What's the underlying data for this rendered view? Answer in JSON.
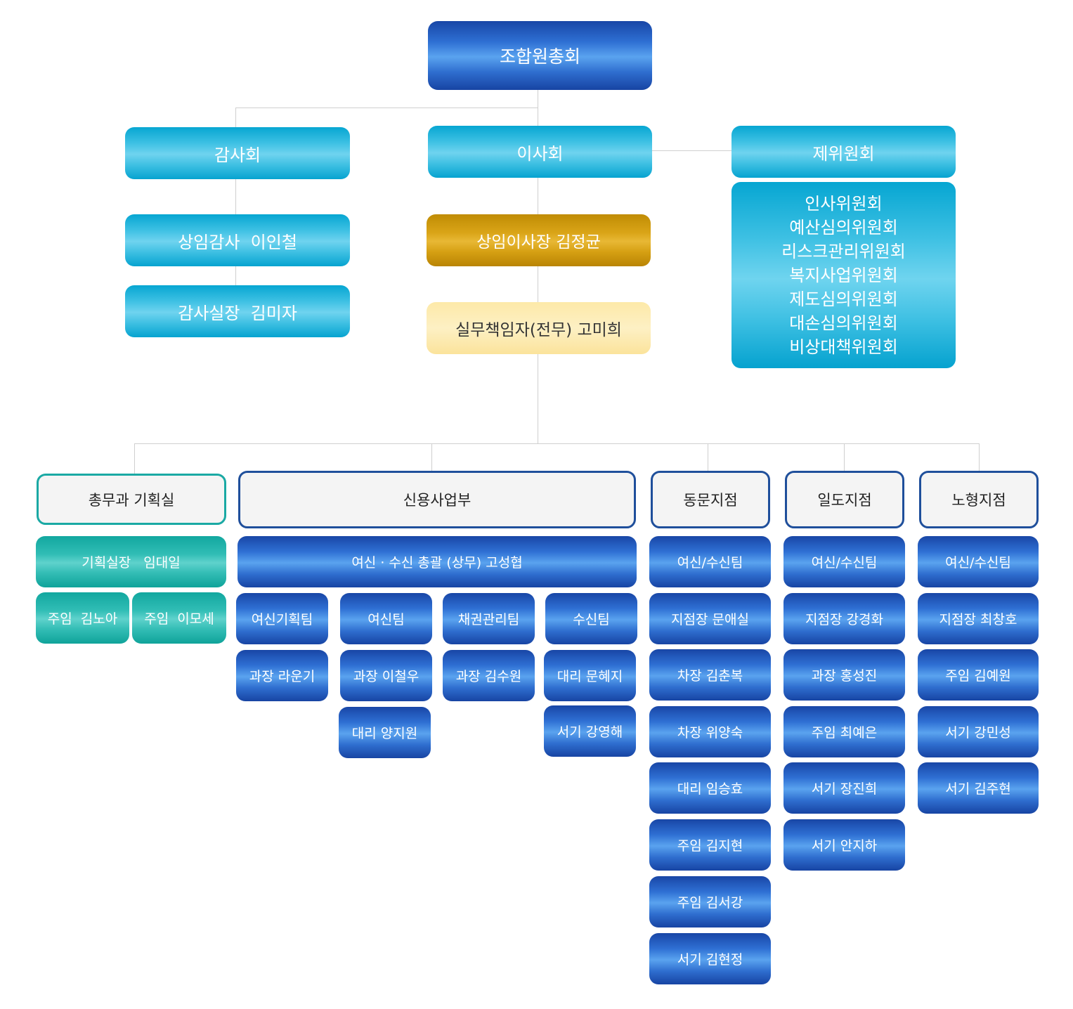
{
  "chart": {
    "top": "조합원총회",
    "audit": {
      "committee": "감사회",
      "standing_auditor": "상임감사  이인철",
      "audit_chief": "감사실장  김미자"
    },
    "board": {
      "title": "이사회",
      "chairman": "상임이사장 김정균",
      "executive": "실무책임자(전무) 고미희"
    },
    "committees": {
      "title": "제위원회",
      "items": [
        "인사위원회",
        "예산심의위원회",
        "리스크관리위원회",
        "복지사업위원회",
        "제도심의위원회",
        "대손심의위원회",
        "비상대책위원회"
      ]
    },
    "admin": {
      "title": "총무과 기획실",
      "head": "기획실장   임대일",
      "staff": [
        "주임  김노아",
        "주임  이모세"
      ]
    },
    "credit": {
      "title": "신용사업부",
      "head": "여신 · 수신 총괄 (상무) 고성협",
      "teams": [
        {
          "name": "여신기획팀",
          "members": [
            "과장 라운기"
          ]
        },
        {
          "name": "여신팀",
          "members": [
            "과장 이철우",
            "대리 양지원"
          ]
        },
        {
          "name": "채권관리팀",
          "members": [
            "과장 김수원"
          ]
        },
        {
          "name": "수신팀",
          "members": [
            "대리 문혜지",
            "서기 강영해"
          ]
        }
      ]
    },
    "branches": [
      {
        "name": "동문지점",
        "items": [
          "여신/수신팀",
          "지점장 문애실",
          "차장 김춘복",
          "차장 위양숙",
          "대리 임승효",
          "주임 김지현",
          "주임 김서강",
          "서기 김현정"
        ]
      },
      {
        "name": "일도지점",
        "items": [
          "여신/수신팀",
          "지점장 강경화",
          "과장 홍성진",
          "주임 최예은",
          "서기 장진희",
          "서기 안지하"
        ]
      },
      {
        "name": "노형지점",
        "items": [
          "여신/수신팀",
          "지점장 최창호",
          "주임 김예원",
          "서기 강민성",
          "서기 김주현"
        ]
      }
    ],
    "colors": {
      "navy": "#1f4f9b",
      "sky": "#3cc0e3",
      "gold": "#d9a417",
      "cream": "#fdf0c4",
      "teal": "#30bdb5",
      "connector": "#cfcfcf"
    }
  }
}
